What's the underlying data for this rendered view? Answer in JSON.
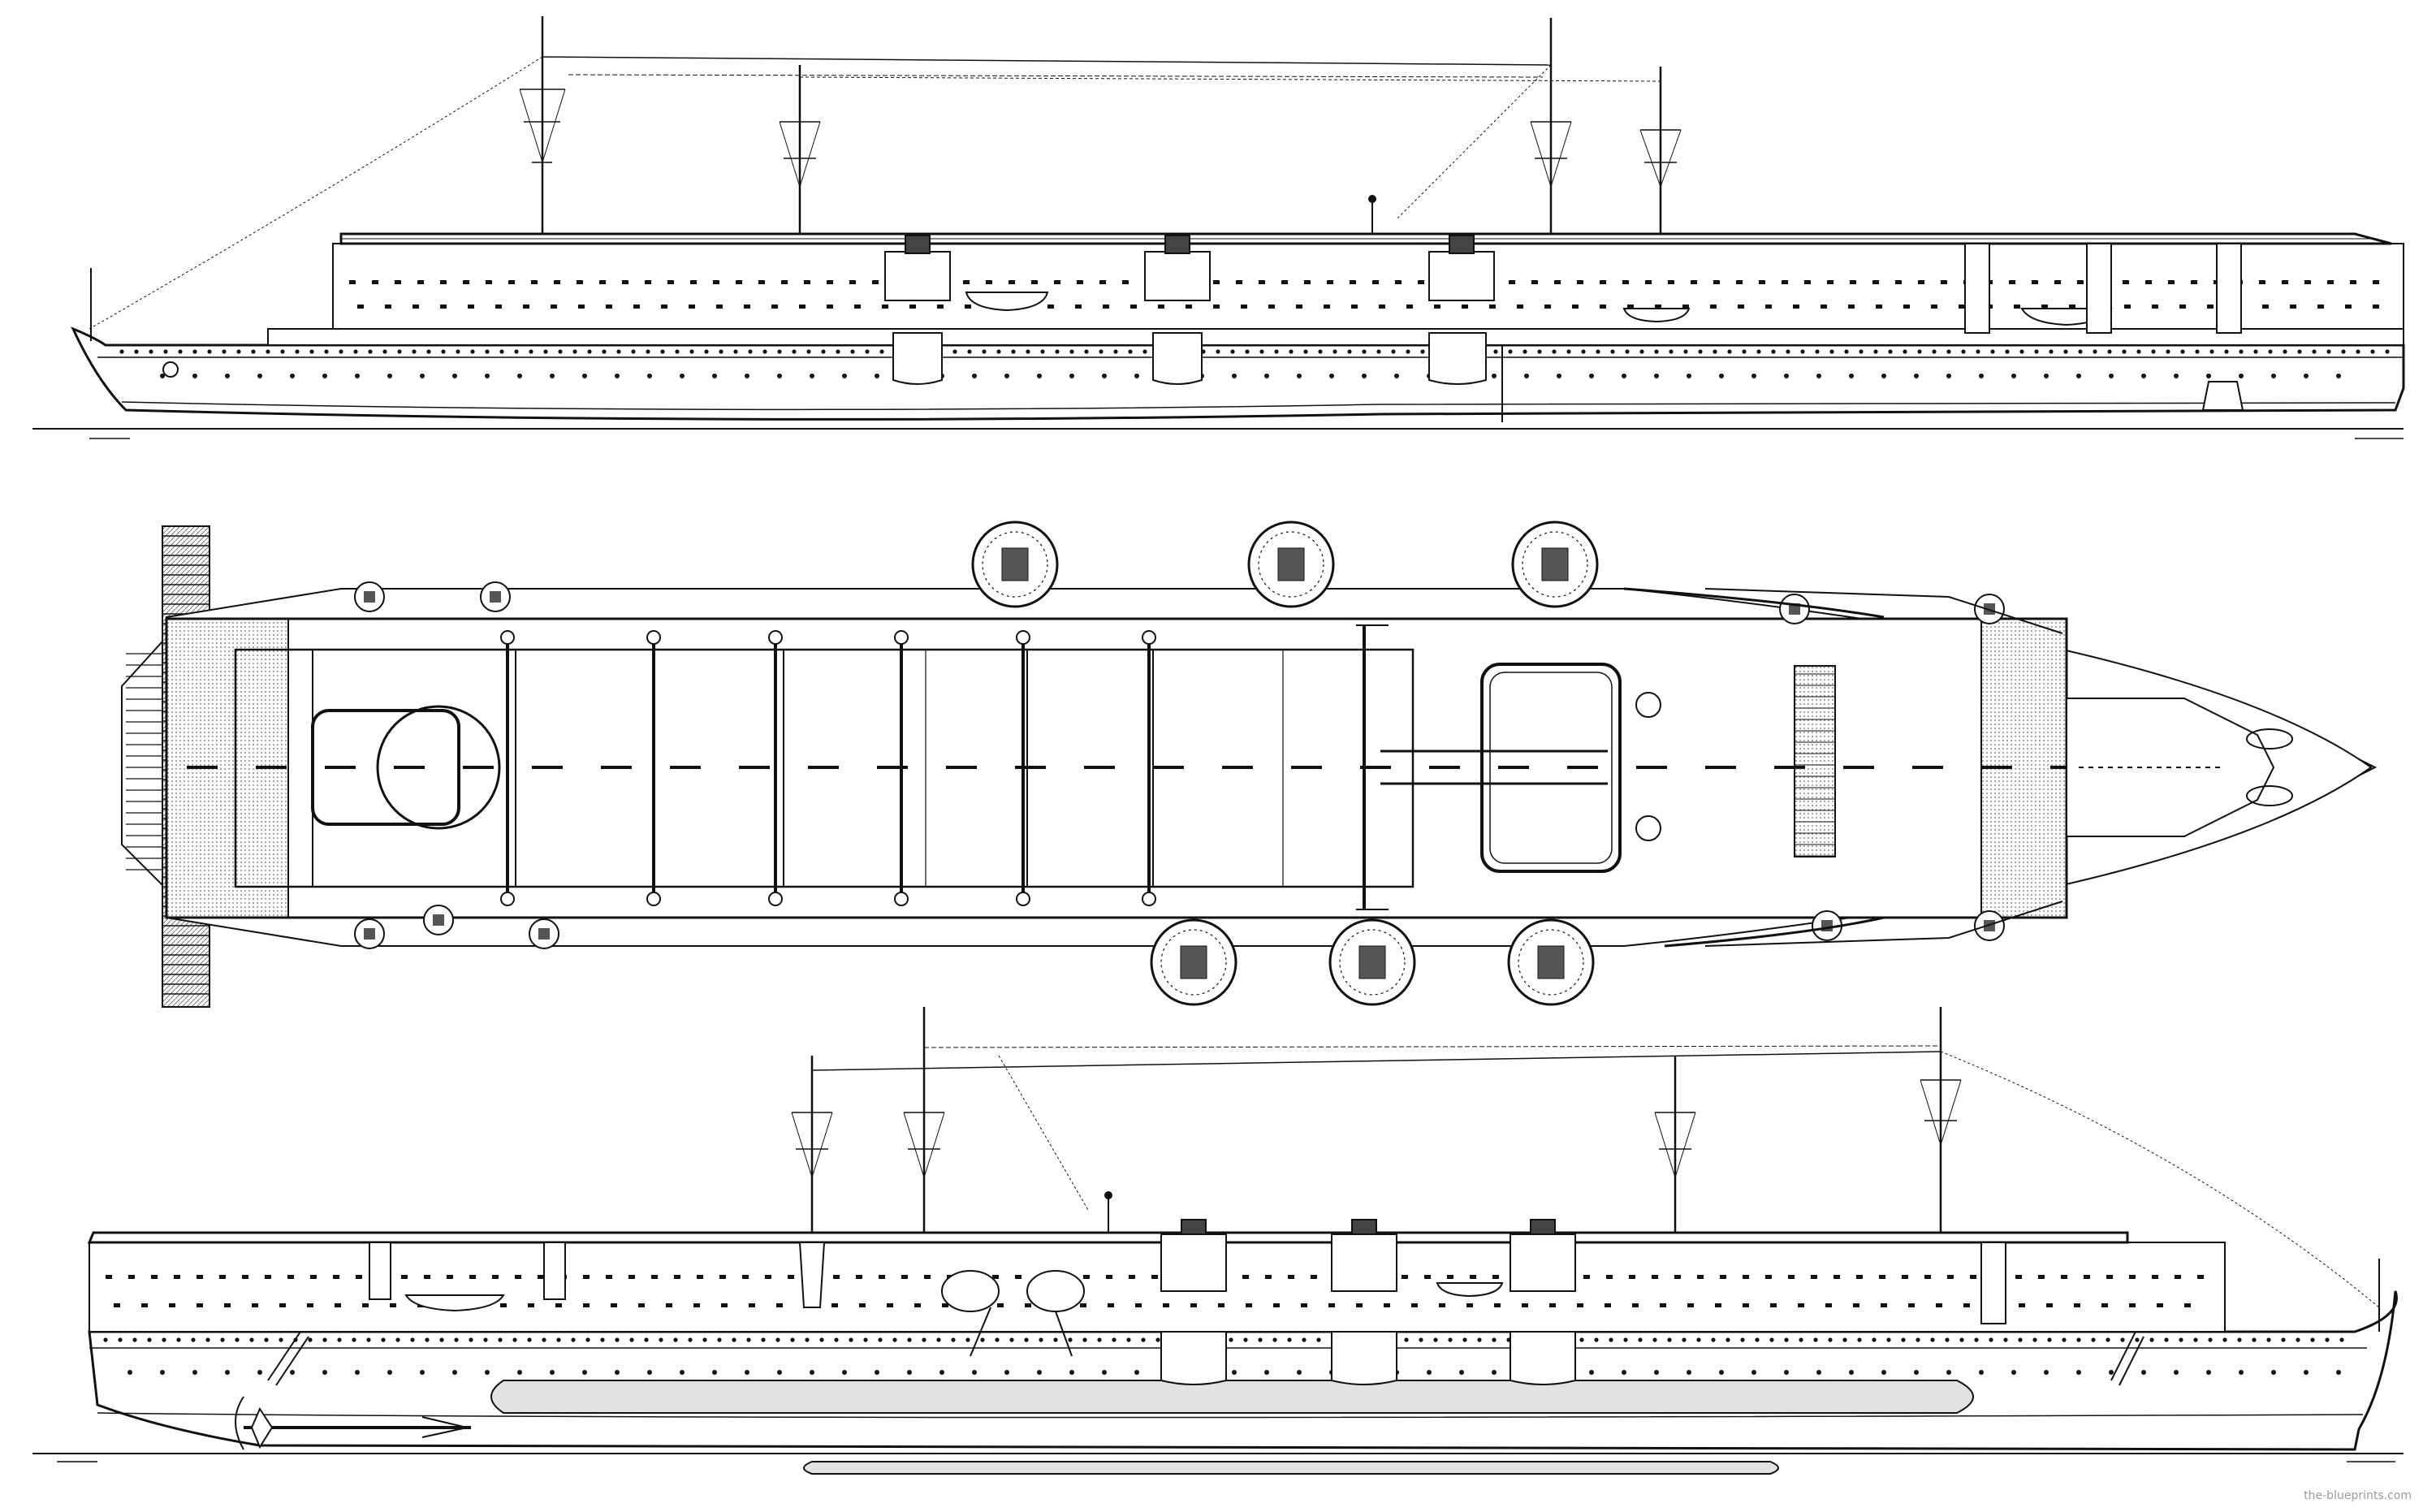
{
  "drawing": {
    "subject": "",
    "views": [
      {
        "id": "starboard-profile"
      },
      {
        "id": "plan-view"
      },
      {
        "id": "port-profile"
      }
    ],
    "watermark": "the-blueprints.com"
  },
  "colors": {
    "line": "#111111",
    "paper": "#ffffff",
    "shade": "#bdbdbd"
  }
}
